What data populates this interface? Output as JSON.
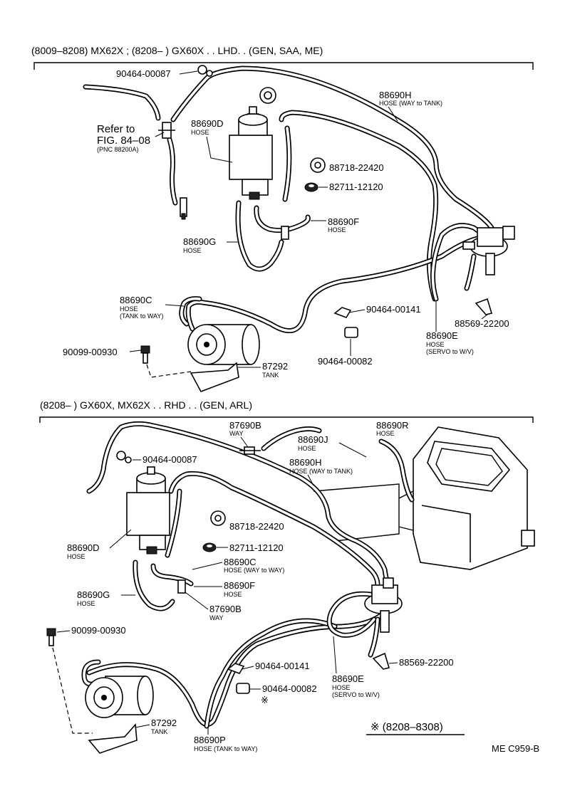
{
  "top": {
    "header": "(8009–8208) MX62X ; (8208–        ) GX60X . . LHD. . (GEN, SAA, ME)",
    "refer": {
      "line1": "Refer to",
      "line2": "FIG. 84–08",
      "line3": "(PNC 88200A)"
    },
    "labels": {
      "clip_87": "90464-00087",
      "hose_h": "88690H",
      "hose_h_desc": "HOSE (WAY to TANK)",
      "hose_d": "88690D",
      "hose_d_desc": "HOSE",
      "ring": "88718-22420",
      "grommet": "82711-12120",
      "hose_f": "88690F",
      "hose_f_desc": "HOSE",
      "hose_g": "88690G",
      "hose_g_desc": "HOSE",
      "hose_c": "88690C",
      "hose_c_desc1": "HOSE",
      "hose_c_desc2": "(TANK to WAY)",
      "clip_141": "90464-00141",
      "clamp_200": "88569-22200",
      "hose_e": "88690E",
      "hose_e_desc1": "HOSE",
      "hose_e_desc2": "(SERVO to W/V)",
      "bolt": "90099-00930",
      "tank": "87292",
      "tank_desc": "TANK",
      "clip_82": "90464-00082"
    }
  },
  "bottom": {
    "header": "(8208–        ) GX60X, MX62X . . RHD . . (GEN, ARL)",
    "labels": {
      "way_b": "87690B",
      "way_b_desc": "WAY",
      "hose_j": "88690J",
      "hose_j_desc": "HOSE",
      "hose_r": "88690R",
      "hose_r_desc": "HOSE",
      "clip_87": "90464-00087",
      "hose_h": "88690H",
      "hose_h_desc": "HOSE (WAY to TANK)",
      "ring": "88718-22420",
      "hose_d": "88690D",
      "hose_d_desc": "HOSE",
      "grommet": "82711-12120",
      "hose_c": "88690C",
      "hose_c_desc": "HOSE (WAY to WAY)",
      "hose_f": "88690F",
      "hose_f_desc": "HOSE",
      "hose_g": "88690G",
      "hose_g_desc": "HOSE",
      "way_b2": "87690B",
      "way_b2_desc": "WAY",
      "bolt": "90099-00930",
      "clip_141": "90464-00141",
      "clamp_200": "88569-22200",
      "hose_e": "88690E",
      "hose_e_desc1": "HOSE",
      "hose_e_desc2": "(SERVO to W/V)",
      "clip_82": "90464-00082",
      "mark": "※",
      "tank": "87292",
      "tank_desc": "TANK",
      "hose_p": "88690P",
      "hose_p_desc": "HOSE (TANK to WAY)"
    }
  },
  "footnote": "※  (8208–8308)",
  "code": "ME C959-B"
}
